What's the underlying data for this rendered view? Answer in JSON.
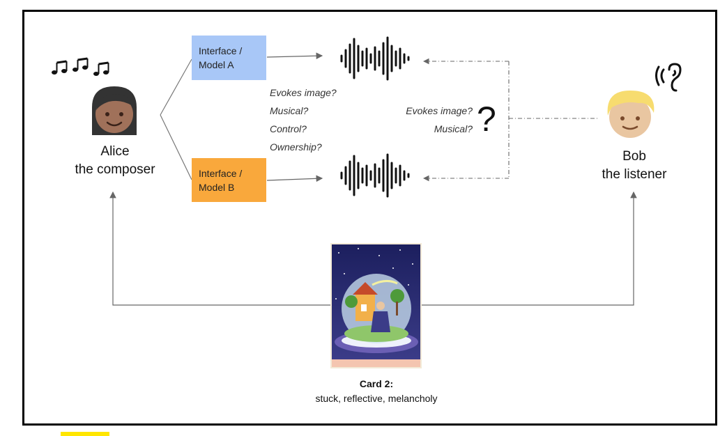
{
  "composer": {
    "name": "Alice",
    "role": "the composer"
  },
  "listener": {
    "name": "Bob",
    "role": "the listener"
  },
  "models": [
    {
      "line1": "Interface /",
      "line2": "Model A",
      "color": "#a8c7f7"
    },
    {
      "line1": "Interface /",
      "line2": "Model B",
      "color": "#f9a83c"
    }
  ],
  "composer_questions": [
    "Evokes image?",
    "Musical?",
    "Control?",
    "Ownership?"
  ],
  "listener_questions": [
    "Evokes image?",
    "Musical?"
  ],
  "question_mark": "?",
  "card": {
    "title": "Card 2:",
    "subtitle": "stuck, reflective, melancholy"
  },
  "icons": {
    "music_notes": "music-notes-icon",
    "ear": "ear-icon",
    "waveform": "waveform-icon"
  },
  "colors": {
    "model_a": "#a8c7f7",
    "model_b": "#f9a83c",
    "line": "#666666"
  }
}
